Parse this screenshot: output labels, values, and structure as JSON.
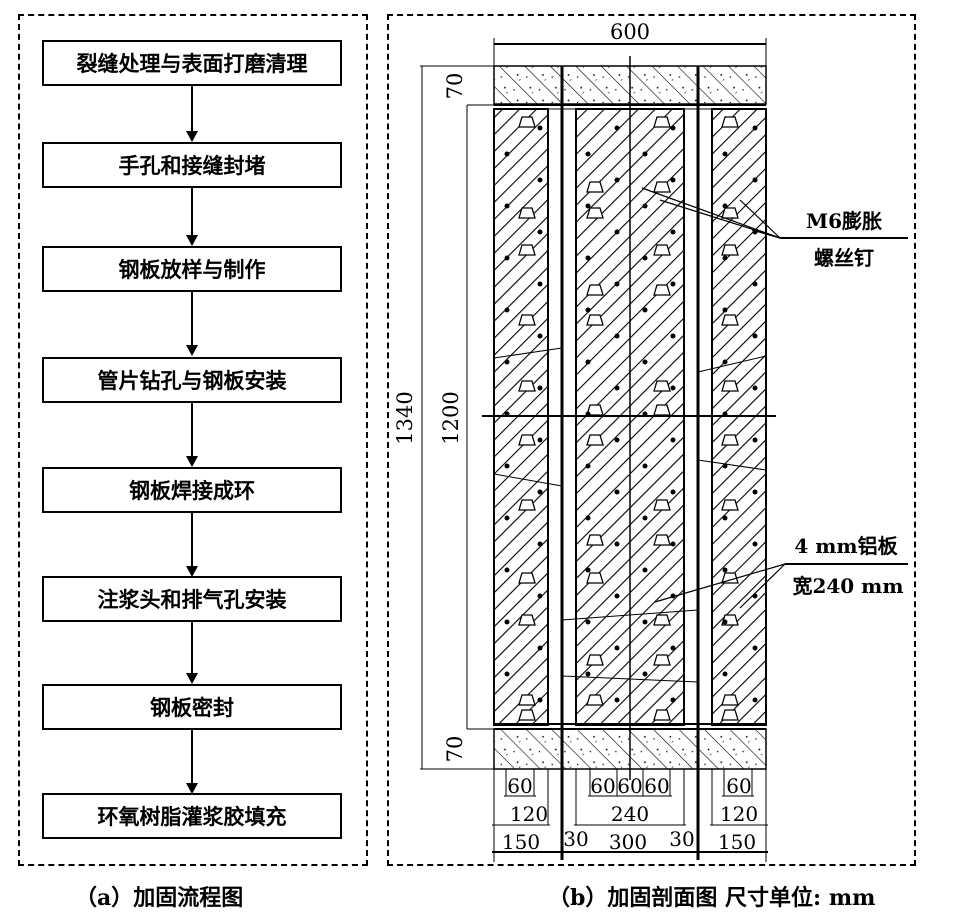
{
  "panel_a": {
    "caption": "（a）加固流程图",
    "steps": [
      "裂缝处理与表面打磨清理",
      "手孔和接缝封堵",
      "钢板放样与制作",
      "管片钻孔与钢板安装",
      "钢板焊接成环",
      "注浆头和排气孔安装",
      "钢板密封",
      "环氧树脂灌浆胶填充"
    ]
  },
  "panel_b": {
    "caption": "（b）加固剖面图  尺寸单位: mm",
    "dimensions": {
      "top_width": "600",
      "top_slab": "70",
      "bottom_slab": "70",
      "total_height": "1340",
      "inner_height": "1200",
      "left_60": "60",
      "left_120": "120",
      "left_150": "150",
      "mid_60a": "60",
      "mid_60b": "60",
      "mid_60c": "60",
      "mid_240": "240",
      "mid_30a": "30",
      "mid_300": "300",
      "mid_30b": "30",
      "right_60": "60",
      "right_120": "120",
      "right_150": "150"
    },
    "labels": {
      "bolt_line1": "M6膨胀",
      "bolt_line2": "螺丝钉",
      "plate_line1": "4 mm铝板",
      "plate_line2": "宽240 mm"
    }
  }
}
